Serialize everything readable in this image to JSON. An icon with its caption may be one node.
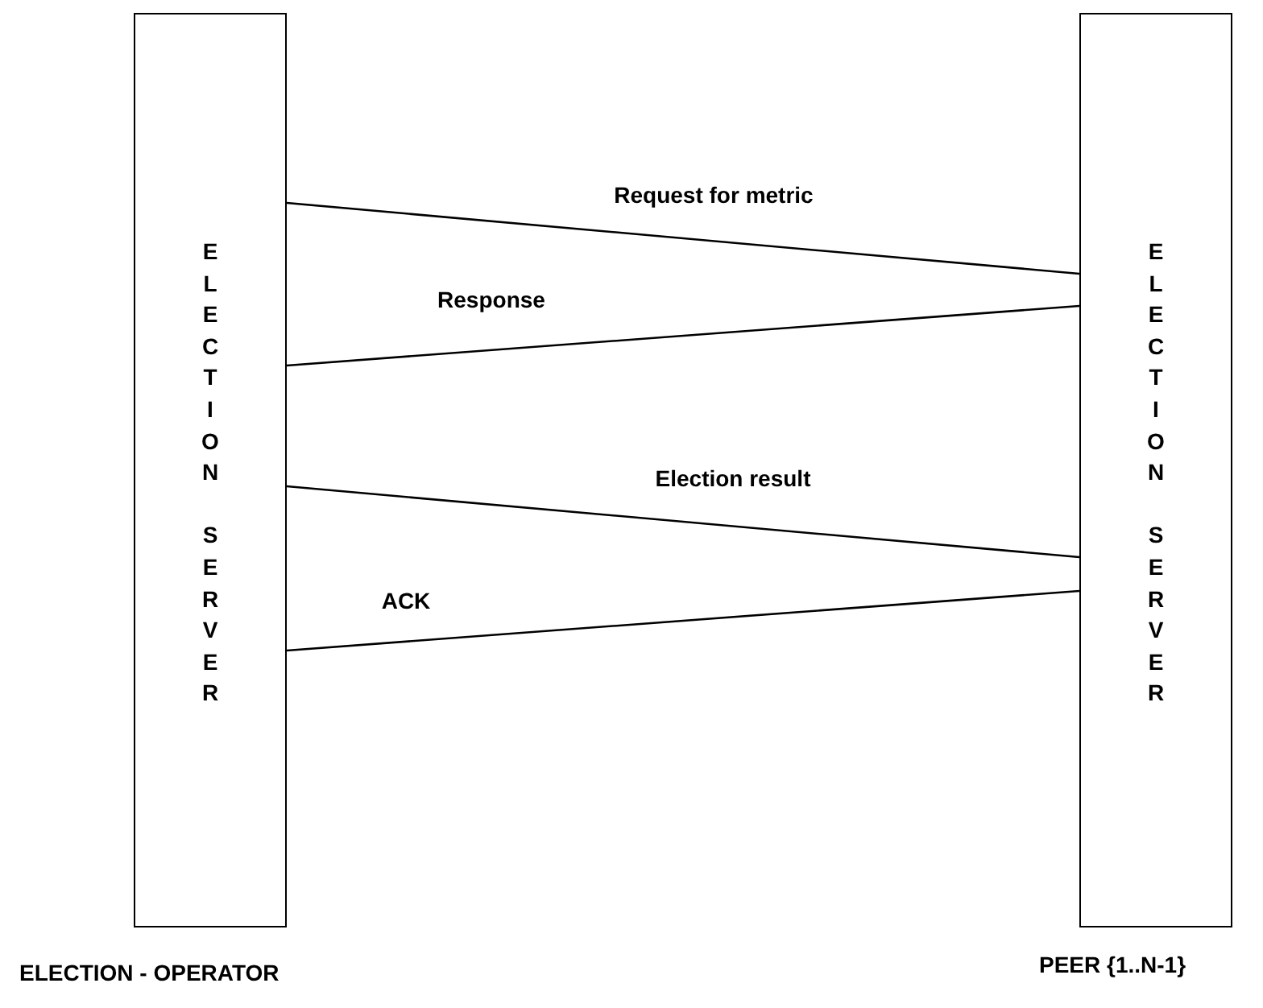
{
  "diagram": {
    "nodes": [
      {
        "text": [
          "ELECTION SERVER"
        ],
        "beside": [
          "ELECTION - OPERATOR"
        ]
      },
      {
        "text": [
          "ELECTION SERVER"
        ],
        "beside": [
          "PEER {1..N-1}"
        ]
      }
    ],
    "edges": [
      {
        "from": 0,
        "to": 1,
        "arrow": "none",
        "label": "Request for metric"
      },
      {
        "from": 1,
        "to": 0,
        "arrow": "none",
        "label": "Response"
      },
      {
        "from": 0,
        "to": 1,
        "arrow": "none",
        "label": "Election result"
      },
      {
        "from": 1,
        "to": 0,
        "arrow": "none",
        "label": "ACK"
      }
    ]
  }
}
